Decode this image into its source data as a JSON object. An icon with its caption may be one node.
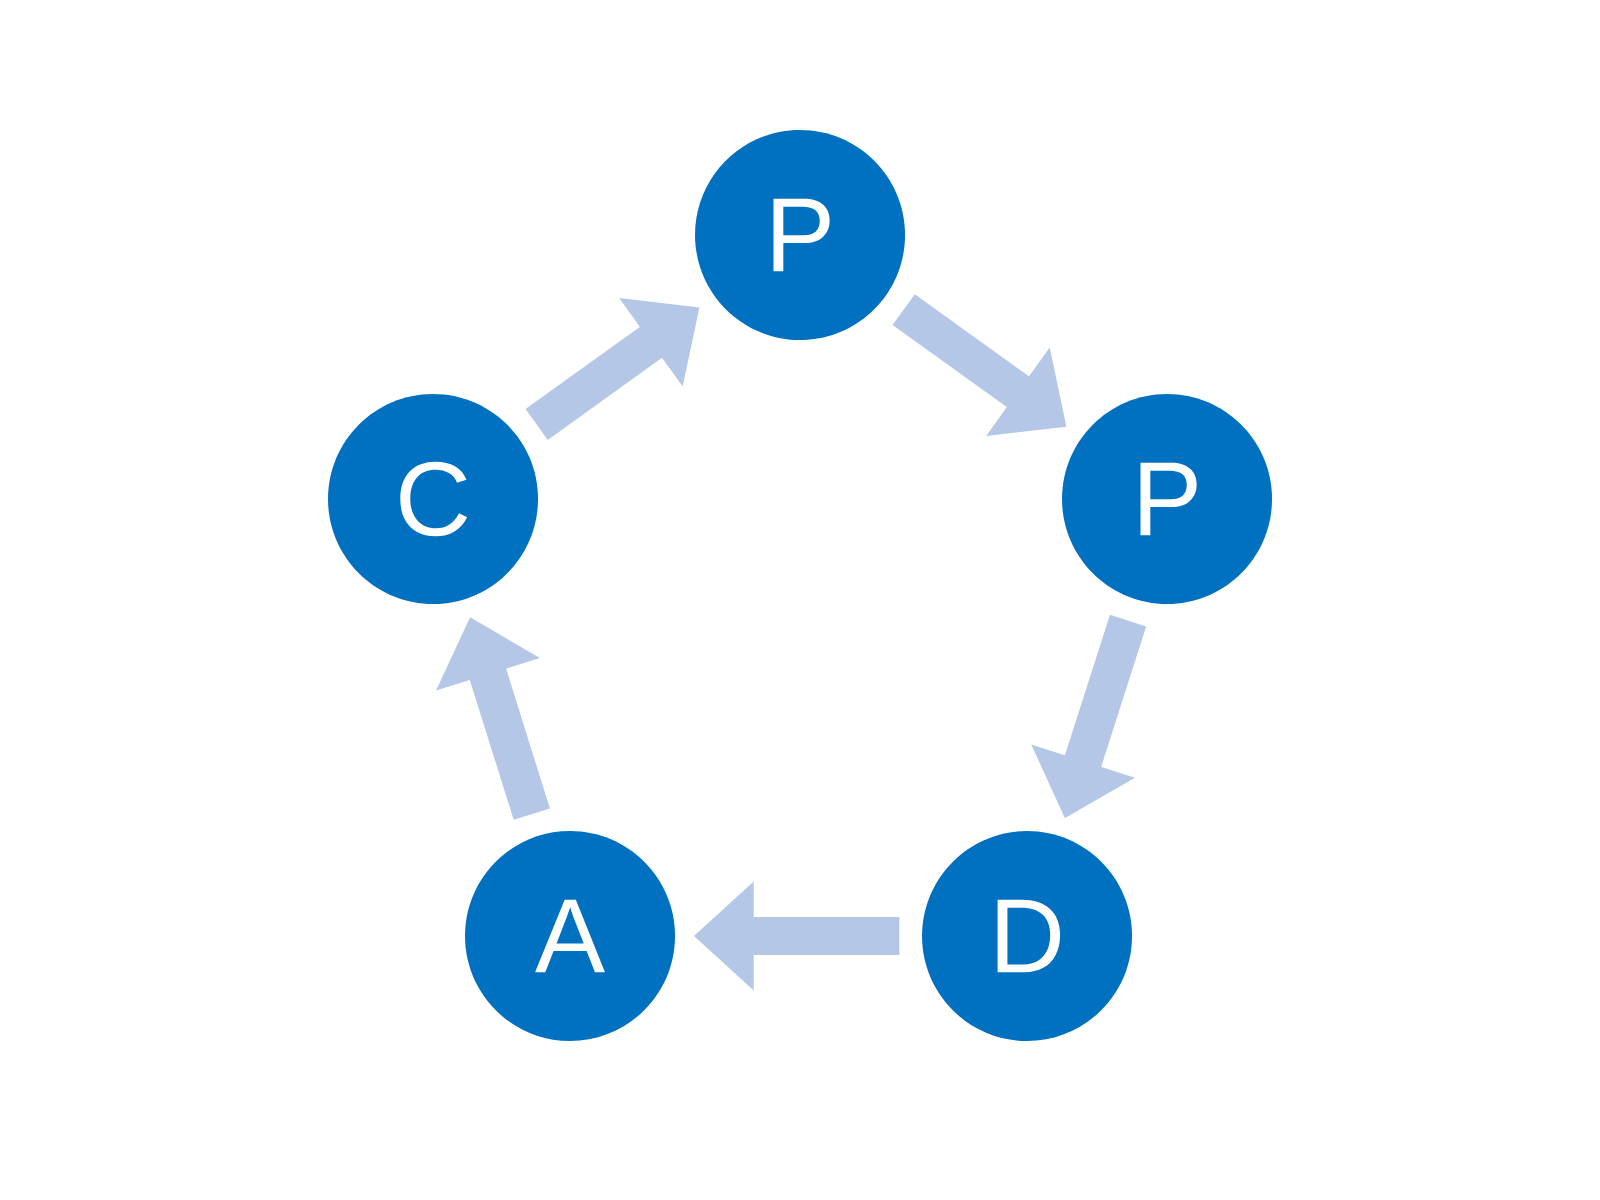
{
  "diagram": {
    "nodes": [
      {
        "text": [
          "P"
        ]
      },
      {
        "text": [
          "P"
        ]
      },
      {
        "text": [
          "D"
        ]
      },
      {
        "text": [
          "A"
        ]
      },
      {
        "text": [
          "C"
        ]
      }
    ],
    "edges": [
      {
        "from": 0,
        "to": 1,
        "arrow": "to"
      },
      {
        "from": 1,
        "to": 2,
        "arrow": "to"
      },
      {
        "from": 2,
        "to": 3,
        "arrow": "to"
      },
      {
        "from": 3,
        "to": 4,
        "arrow": "to"
      },
      {
        "from": 4,
        "to": 0,
        "arrow": "to"
      }
    ]
  }
}
